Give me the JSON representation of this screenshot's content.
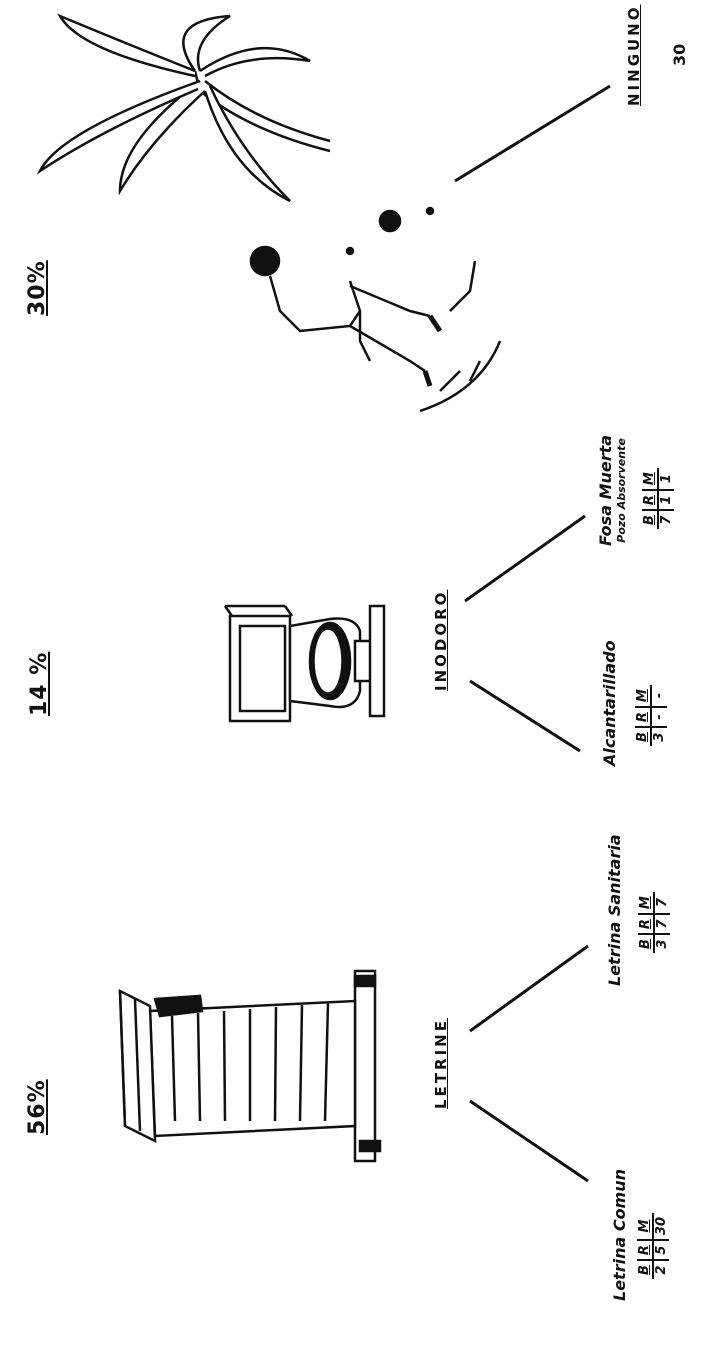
{
  "categories": {
    "letrina": {
      "percent": "56%",
      "label": "LETRINE",
      "subtypes": [
        {
          "name": "Letrina Comun",
          "header": [
            "B",
            "R",
            "M"
          ],
          "values": [
            "2",
            "5",
            "30"
          ]
        },
        {
          "name": "Letrina Sanitaria",
          "header": [
            "B",
            "R",
            "M"
          ],
          "values": [
            "3",
            "7",
            "7"
          ]
        }
      ]
    },
    "inodoro": {
      "percent": "14 %",
      "label": "INODORO",
      "subtypes": [
        {
          "name": "Alcantarillado",
          "header": [
            "B",
            "R",
            "M"
          ],
          "values": [
            "3",
            "-",
            "-"
          ]
        },
        {
          "name": "Fosa Muerta",
          "name2": "Pozo Absorvente",
          "header": [
            "B",
            "R",
            "M"
          ],
          "values": [
            "7",
            "1",
            "1"
          ]
        }
      ]
    },
    "ninguno": {
      "percent": "30%",
      "label": "NINGUNO",
      "value": "30"
    }
  },
  "colors": {
    "ink": "#111111",
    "paper": "#ffffff"
  }
}
